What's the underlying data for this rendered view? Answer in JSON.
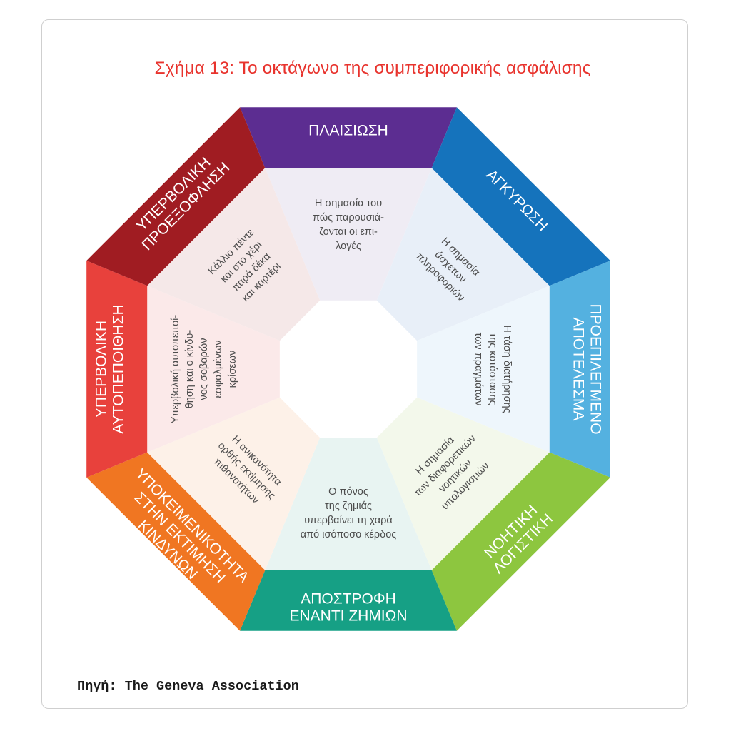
{
  "figure": {
    "title": "Σχήμα 13: Το οκτάγωνο της συμπεριφορικής ασφάλισης",
    "source": "Πηγή: The Geneva Association"
  },
  "segments": [
    {
      "id": "plaisiosi",
      "outer_color": "#5c2d91",
      "inner_color": "#efecf4",
      "outer_lines": [
        "ΠΛΑΙΣΙΩΣΗ"
      ],
      "inner_lines": [
        "Η σημασία του",
        "πώς παρουσιά-",
        "ζονται οι επι-",
        "λογές"
      ]
    },
    {
      "id": "agkyrosi",
      "outer_color": "#1573bc",
      "inner_color": "#e8eff8",
      "outer_lines": [
        "ΑΓΚΥΡΩΣΗ"
      ],
      "inner_lines": [
        "Η σημασία",
        "άσχετων",
        "πληροφοριών"
      ]
    },
    {
      "id": "proepilegmeno",
      "outer_color": "#54b1e0",
      "inner_color": "#eef6fc",
      "outer_lines": [
        "ΠΡΟΕΠΙΛΕΓΜΕΝΟ",
        "ΑΠΟΤΕΛΕΣΜΑ"
      ],
      "inner_lines": [
        "Η τάση διατήρησης",
        "της κατάστασης",
        "των πραγμάτων"
      ]
    },
    {
      "id": "noitiki",
      "outer_color": "#8dc63f",
      "inner_color": "#f3f8eb",
      "outer_lines": [
        "ΝΟΗΤΙΚΗ",
        "ΛΟΓΙΣΤΙΚΗ"
      ],
      "inner_lines": [
        "Η σημασία",
        "των διαφορετικών",
        "νοητικών",
        "υπολογισμών"
      ]
    },
    {
      "id": "apostrofi",
      "outer_color": "#16a085",
      "inner_color": "#e8f4f2",
      "outer_lines": [
        "ΑΠΟΣΤΡΟΦΗ",
        "ΕΝΑΝΤΙ ΖΗΜΙΩΝ"
      ],
      "inner_lines": [
        "Ο πόνος",
        "της ζημιάς",
        "υπερβαίνει τη χαρά",
        "από ισόποσο κέρδος"
      ]
    },
    {
      "id": "ypokeimenikotita",
      "outer_color": "#f07622",
      "inner_color": "#fdf1e8",
      "outer_lines": [
        "ΥΠΟΚΕΙΜΕΝΙΚΟΤΗΤΑ",
        "ΣΤΗΝ ΕΚΤΙΜΗΣΗ",
        "ΚΙΝΔΥΝΩΝ"
      ],
      "inner_lines": [
        "Η ανικανότητα",
        "ορθής εκτίμησης",
        "πιθανοτήτων"
      ]
    },
    {
      "id": "aftopepoithisi",
      "outer_color": "#e8413c",
      "inner_color": "#fbe9e9",
      "outer_lines": [
        "ΥΠΕΡΒΟΛΙΚΗ",
        "ΑΥΤΟΠΕΠΟΙΘΗΣΗ"
      ],
      "inner_lines": [
        "Υπερβολική αυτοπεποί-",
        "θηση και ο κίνδυ-",
        "νος σοβαρών",
        "εσφαλμένων",
        "κρίσεων"
      ]
    },
    {
      "id": "proexoflisi",
      "outer_color": "#a01c22",
      "inner_color": "#f5e8e8",
      "outer_lines": [
        "ΥΠΕΡΒΟΛΙΚΗ",
        "ΠΡΟΕΞΟΦΛΗΣΗ"
      ],
      "inner_lines": [
        "Κάλλιο πέντε",
        "και στο χέρι",
        "παρά δέκα",
        "και καρτέρι"
      ]
    }
  ]
}
